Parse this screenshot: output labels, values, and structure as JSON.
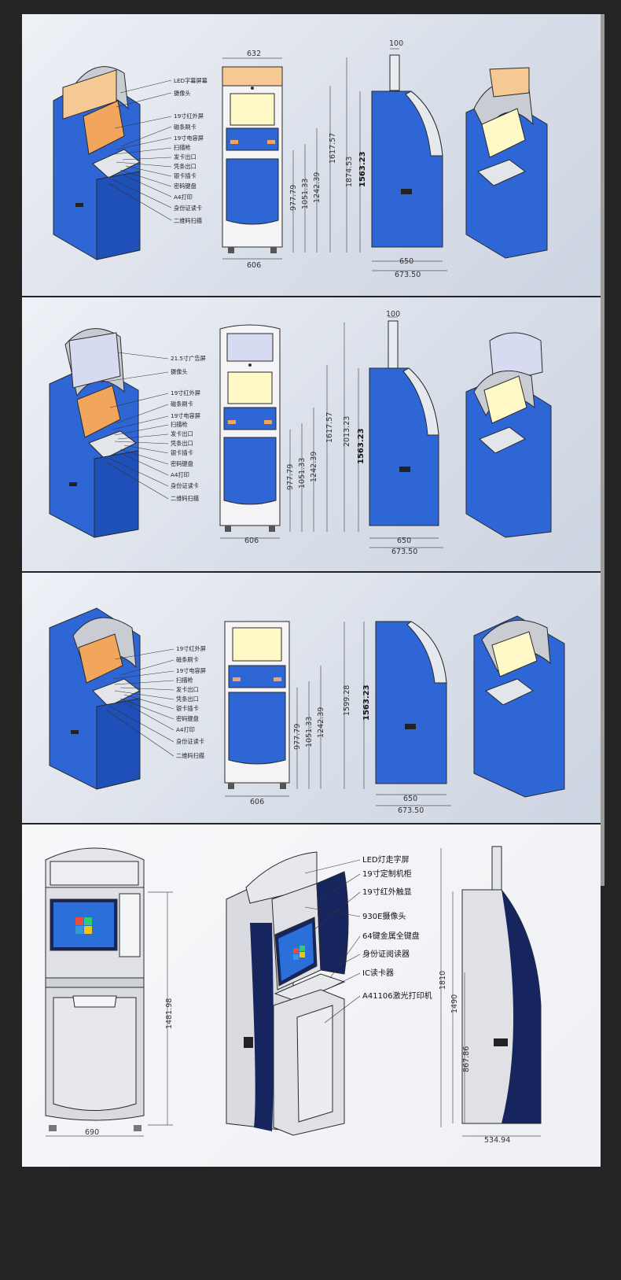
{
  "colors": {
    "body_blue": "#2f66d6",
    "dark_navy": "#16255e",
    "screen_yellow": "#fff8c7",
    "screen_orange": "#f1a65c",
    "led_orange": "#f6c894",
    "frame_grey": "#c9ccd3",
    "background": "#242424"
  },
  "panel1": {
    "labels": [
      "LED字幕屏幕",
      "摄像头",
      "19寸红外屏",
      "磁条刷卡",
      "19寸电容屏",
      "扫描枪",
      "发卡出口",
      "凭条出口",
      "银卡插卡",
      "密码键盘",
      "A4打印",
      "身份证读卡",
      "二维码扫描"
    ],
    "dims": {
      "width_top": "632",
      "width_bottom": "606",
      "height_total": "1617.57",
      "h1": "977.79",
      "h2": "1051.33",
      "h3": "1242.39",
      "side_top": "100",
      "side_total": "1874.53",
      "side_body": "1563.23",
      "depth1": "650",
      "depth2": "673.50"
    }
  },
  "panel2": {
    "labels": [
      "21.5寸广告屏",
      "摄像头",
      "19寸红外屏",
      "磁条刷卡",
      "19寸电容屏",
      "扫描枪",
      "发卡出口",
      "凭条出口",
      "银卡插卡",
      "密码键盘",
      "A4打印",
      "身份证读卡",
      "二维码扫描"
    ],
    "dims": {
      "width_bottom": "606",
      "height_total": "1617.57",
      "h1": "977.79",
      "h2": "1051.33",
      "h3": "1242.39",
      "side_top": "100",
      "side_total": "2013.23",
      "side_body": "1563.23",
      "depth1": "650",
      "depth2": "673.50"
    }
  },
  "panel3": {
    "labels": [
      "19寸红外屏",
      "磁条刷卡",
      "19寸电容屏",
      "扫描枪",
      "发卡出口",
      "凭条出口",
      "银卡插卡",
      "密码键盘",
      "A4打印",
      "身份证读卡",
      "二维码扫描"
    ],
    "dims": {
      "width_bottom": "606",
      "h1": "977.79",
      "h2": "1051.33",
      "h3": "1242.39",
      "side_total": "1599.28",
      "side_body": "1563.23",
      "depth1": "650",
      "depth2": "673.50"
    }
  },
  "panel4": {
    "labels": [
      "LED灯走字屏",
      "19寸定制机柜",
      "19寸红外触显",
      "930E摄像头",
      "64键金属全键盘",
      "身份证阅读器",
      "IC读卡器",
      "A41106激光打印机"
    ],
    "dims": {
      "front_height": "1481.98",
      "front_width": "690",
      "side_total": "1810",
      "side_1490": "1490",
      "side_867": "867.86",
      "side_width": "534.94"
    }
  }
}
